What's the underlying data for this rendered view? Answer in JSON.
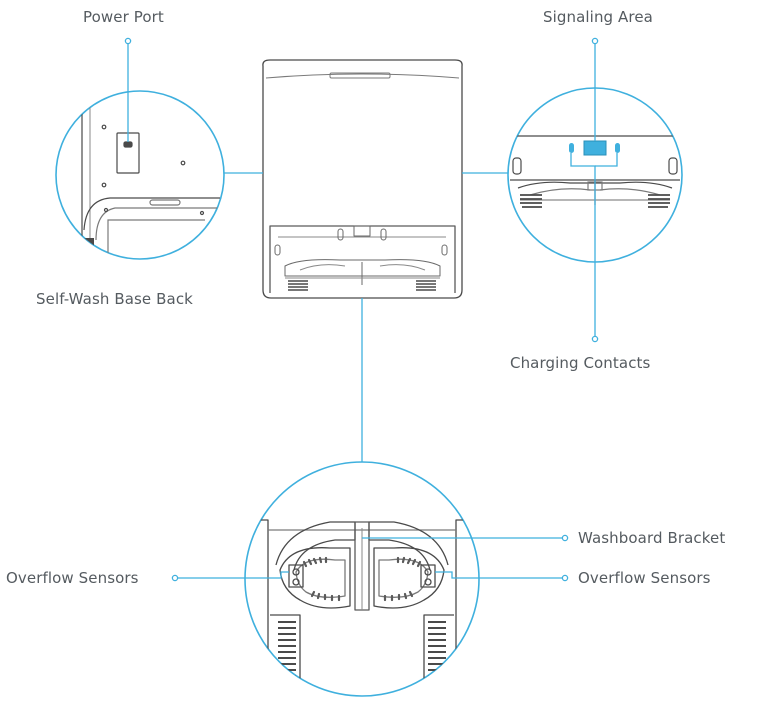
{
  "labels": {
    "power_port": "Power Port",
    "signaling_area": "Signaling Area",
    "self_wash_base_back": "Self-Wash Base Back",
    "charging_contacts": "Charging Contacts",
    "washboard_bracket": "Washboard Bracket",
    "overflow_sensors_left": "Overflow Sensors",
    "overflow_sensors_right": "Overflow Sensors"
  },
  "colors": {
    "callout": "#3fb0de",
    "outline": "#4a4a4a",
    "detail": "#8a8a8a",
    "label_text": "#555b60"
  }
}
